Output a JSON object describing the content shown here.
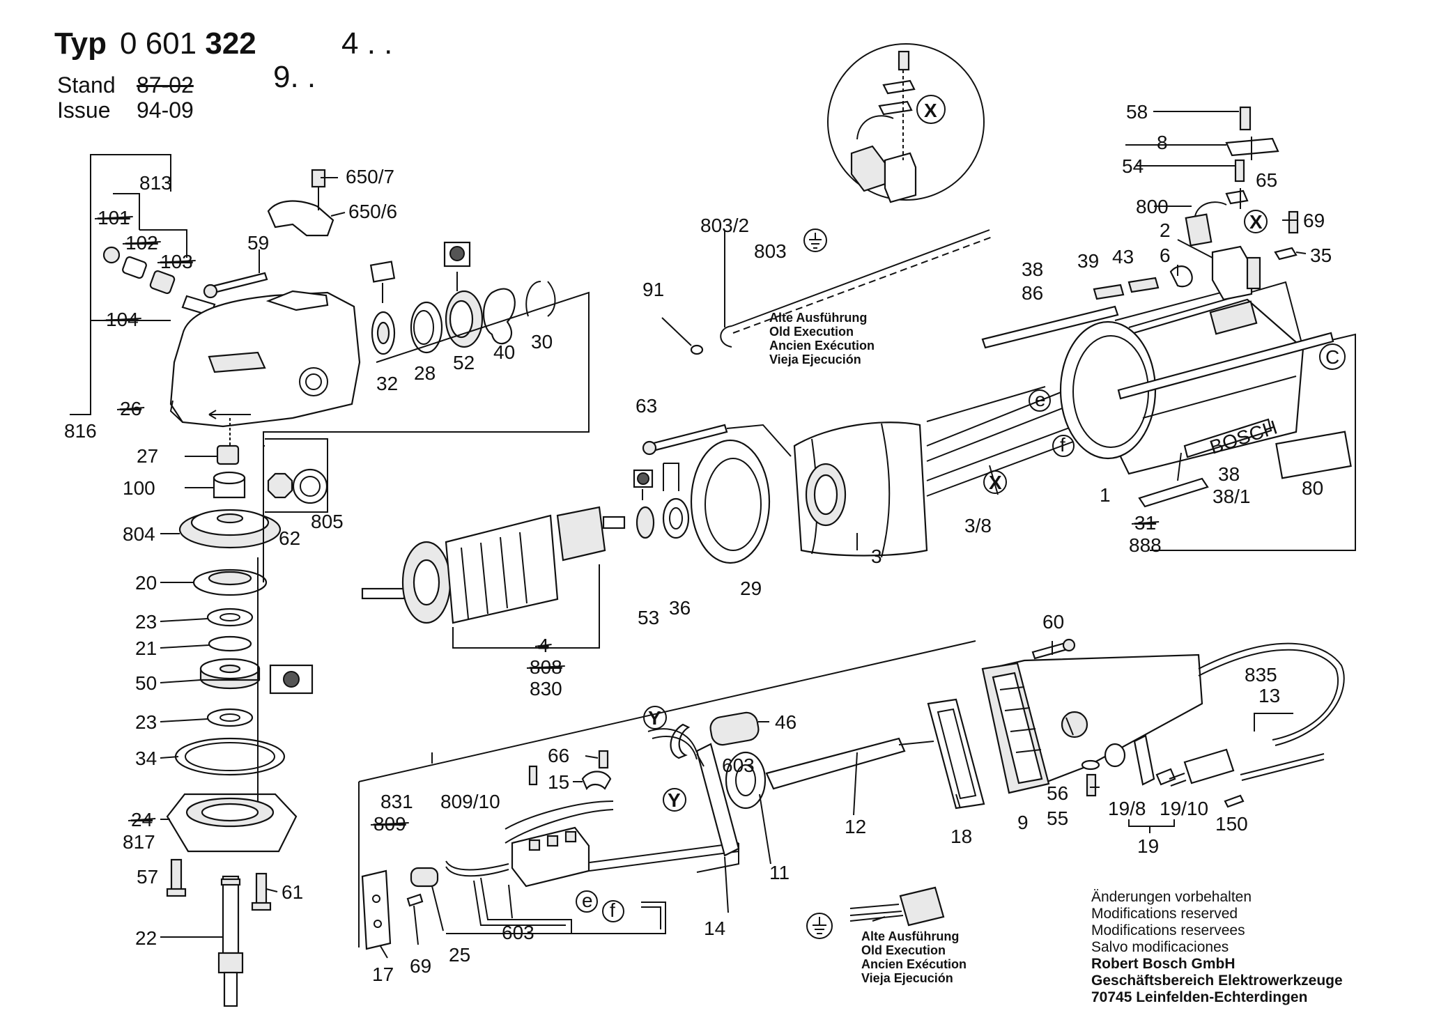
{
  "header": {
    "typ_label": "Typ",
    "typ_number_prefix": "0 601",
    "typ_number_bold": "322",
    "typ_suffix_1": "4 . .",
    "typ_suffix_2": "9. .",
    "stand_label": "Stand",
    "stand_value": "87-02",
    "issue_label": "Issue",
    "issue_value": "94-09"
  },
  "notes": {
    "lines": [
      "Änderungen vorbehalten",
      "Modifications reserved",
      "Modifications reservees",
      "Salvo modificaciones"
    ],
    "company": [
      "Robert Bosch GmbH",
      "Geschäftsbereich Elektrowerkzeuge",
      "70745 Leinfelden-Echterdingen"
    ]
  },
  "old_execution": [
    "Alte Ausführung",
    "Old Execution",
    "Ancien Exécution",
    "Vieja Ejecución"
  ],
  "markers": {
    "x": "X",
    "y": "Y",
    "c": "C",
    "e": "e",
    "f": "f"
  },
  "brand_on_housing": "BOSCH",
  "part_labels": [
    {
      "id": "l813",
      "text": "813"
    },
    {
      "id": "l101",
      "text": "101",
      "strike": true
    },
    {
      "id": "l102",
      "text": "102",
      "strike": true
    },
    {
      "id": "l103",
      "text": "103",
      "strike": true
    },
    {
      "id": "l104",
      "text": "104",
      "strike": true
    },
    {
      "id": "l26",
      "text": "26",
      "strike": true
    },
    {
      "id": "l816",
      "text": "816"
    },
    {
      "id": "l650_7",
      "text": "650/7"
    },
    {
      "id": "l650_6",
      "text": "650/6"
    },
    {
      "id": "l59",
      "text": "59"
    },
    {
      "id": "l32",
      "text": "32"
    },
    {
      "id": "l28",
      "text": "28"
    },
    {
      "id": "l52",
      "text": "52"
    },
    {
      "id": "l40",
      "text": "40"
    },
    {
      "id": "l30",
      "text": "30"
    },
    {
      "id": "l27",
      "text": "27"
    },
    {
      "id": "l100",
      "text": "100"
    },
    {
      "id": "l804",
      "text": "804"
    },
    {
      "id": "l62",
      "text": "62"
    },
    {
      "id": "l805",
      "text": "805"
    },
    {
      "id": "l20",
      "text": "20"
    },
    {
      "id": "l23a",
      "text": "23"
    },
    {
      "id": "l21",
      "text": "21"
    },
    {
      "id": "l50",
      "text": "50"
    },
    {
      "id": "l23b",
      "text": "23"
    },
    {
      "id": "l34",
      "text": "34"
    },
    {
      "id": "l24",
      "text": "24",
      "strike": true
    },
    {
      "id": "l817",
      "text": "817"
    },
    {
      "id": "l57",
      "text": "57"
    },
    {
      "id": "l61",
      "text": "61"
    },
    {
      "id": "l22",
      "text": "22"
    },
    {
      "id": "l803_2",
      "text": "803/2"
    },
    {
      "id": "l803",
      "text": "803"
    },
    {
      "id": "l91",
      "text": "91"
    },
    {
      "id": "l63",
      "text": "63"
    },
    {
      "id": "l4",
      "text": "4",
      "strike": true
    },
    {
      "id": "l808",
      "text": "808",
      "strike": true
    },
    {
      "id": "l830",
      "text": "830"
    },
    {
      "id": "l53",
      "text": "53"
    },
    {
      "id": "l36",
      "text": "36"
    },
    {
      "id": "l29",
      "text": "29"
    },
    {
      "id": "l3",
      "text": "3"
    },
    {
      "id": "l3_8",
      "text": "3/8"
    },
    {
      "id": "l58",
      "text": "58"
    },
    {
      "id": "l8",
      "text": "8"
    },
    {
      "id": "l54",
      "text": "54"
    },
    {
      "id": "l65",
      "text": "65"
    },
    {
      "id": "l800",
      "text": "800"
    },
    {
      "id": "l69a",
      "text": "69"
    },
    {
      "id": "l2",
      "text": "2"
    },
    {
      "id": "l6",
      "text": "6"
    },
    {
      "id": "l35",
      "text": "35"
    },
    {
      "id": "l38a",
      "text": "38"
    },
    {
      "id": "l86",
      "text": "86"
    },
    {
      "id": "l39",
      "text": "39"
    },
    {
      "id": "l43",
      "text": "43"
    },
    {
      "id": "l1",
      "text": "1"
    },
    {
      "id": "l31",
      "text": "31",
      "strike": true
    },
    {
      "id": "l888",
      "text": "888"
    },
    {
      "id": "l38b",
      "text": "38"
    },
    {
      "id": "l38_1",
      "text": "38/1"
    },
    {
      "id": "l80",
      "text": "80"
    },
    {
      "id": "l60",
      "text": "60"
    },
    {
      "id": "l835",
      "text": "835"
    },
    {
      "id": "l13",
      "text": "13"
    },
    {
      "id": "l46",
      "text": "46"
    },
    {
      "id": "l66",
      "text": "66"
    },
    {
      "id": "l15",
      "text": "15"
    },
    {
      "id": "l603a",
      "text": "603"
    },
    {
      "id": "l831",
      "text": "831"
    },
    {
      "id": "l809_10",
      "text": "809/10"
    },
    {
      "id": "l809",
      "text": "809",
      "strike": true
    },
    {
      "id": "l11",
      "text": "11"
    },
    {
      "id": "l12",
      "text": "12"
    },
    {
      "id": "l18",
      "text": "18"
    },
    {
      "id": "l9",
      "text": "9"
    },
    {
      "id": "l56",
      "text": "56"
    },
    {
      "id": "l55",
      "text": "55"
    },
    {
      "id": "l19_8",
      "text": "19/8"
    },
    {
      "id": "l19_10",
      "text": "19/10"
    },
    {
      "id": "l19",
      "text": "19"
    },
    {
      "id": "l150",
      "text": "150"
    },
    {
      "id": "l14",
      "text": "14"
    },
    {
      "id": "l603b",
      "text": "603"
    },
    {
      "id": "l17",
      "text": "17"
    },
    {
      "id": "l69b",
      "text": "69"
    },
    {
      "id": "l25",
      "text": "25"
    }
  ]
}
